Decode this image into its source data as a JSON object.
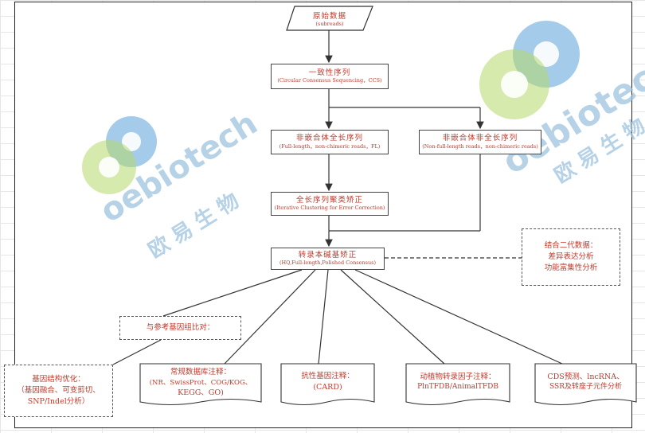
{
  "watermark": {
    "brand": "oebiotech",
    "chinese": "欧易生物",
    "colors": {
      "blue": "#5aa0d8",
      "green": "#b5d96a",
      "text": "#9ec3e0"
    }
  },
  "nodes": {
    "raw_data": {
      "zh": "原始数据",
      "en": "(subreads)"
    },
    "ccs": {
      "zh": "一致性序列",
      "en": "(Circular Consensus Sequencing，CCS)"
    },
    "flnc": {
      "zh": "非嵌合体全长序列",
      "en": "(Full-length，non-chimeric reads，FL)"
    },
    "nfl": {
      "zh": "非嵌合体非全长序列",
      "en": "(Non-full-length reads，non-chimeric reads)"
    },
    "iterative": {
      "zh": "全长序列聚类矫正",
      "en": "(Iterative Clustering for Error Correction)"
    },
    "polished": {
      "zh": "转录本碱基矫正",
      "en": "(HQ,Full-length,Polished Consensus)"
    }
  },
  "dashed": {
    "second_gen": {
      "lines": [
        "结合二代数据：",
        "差异表达分析",
        "功能富集性分析"
      ]
    },
    "reference": {
      "lines": [
        "与参考基因组比对："
      ]
    },
    "structure": {
      "lines": [
        "基因结构优化：",
        "（基因融合、可变剪切、",
        "SNP/Indel分析）"
      ]
    }
  },
  "docs": {
    "db": {
      "lines": [
        "常规数据库注释：",
        "(NR、SwissProt、COG/KOG、",
        "KEGG、GO)"
      ]
    },
    "card": {
      "lines": [
        "抗性基因注释：",
        "(CARD)"
      ]
    },
    "tf": {
      "lines": [
        "动植物转录因子注释：",
        "PlnTFDB/AnimalTFDB"
      ]
    },
    "cds": {
      "lines": [
        "CDS预测、lncRNA、",
        "SSR及转座子元件分析"
      ]
    }
  }
}
